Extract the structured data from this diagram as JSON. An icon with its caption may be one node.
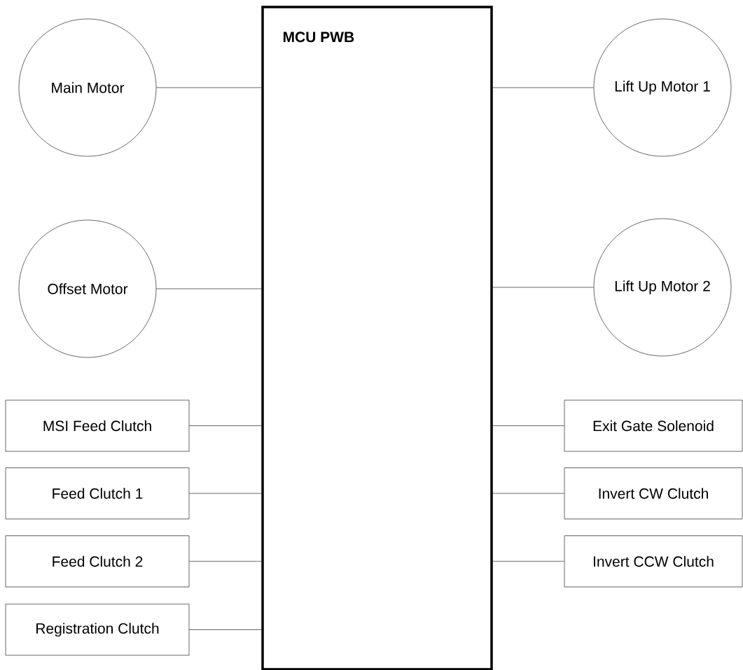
{
  "diagram": {
    "nodes": [
      {
        "text": [
          "MCU PWB"
        ]
      },
      {
        "text": [
          "Main Motor"
        ]
      },
      {
        "text": [
          "Offset Motor"
        ]
      },
      {
        "text": [
          "MSI Feed Clutch"
        ]
      },
      {
        "text": [
          "Feed Clutch 1"
        ]
      },
      {
        "text": [
          "Feed Clutch 2"
        ]
      },
      {
        "text": [
          "Registration Clutch"
        ]
      },
      {
        "text": [
          "Lift Up Motor 1"
        ]
      },
      {
        "text": [
          "Lift Up Motor 2"
        ]
      },
      {
        "text": [
          "Exit Gate Solenoid"
        ]
      },
      {
        "text": [
          "Invert CW Clutch"
        ]
      },
      {
        "text": [
          "Invert CCW Clutch"
        ]
      }
    ],
    "edges": [
      {
        "from": 1,
        "to": 0,
        "arrow": "none"
      },
      {
        "from": 2,
        "to": 0,
        "arrow": "none"
      },
      {
        "from": 3,
        "to": 0,
        "arrow": "none"
      },
      {
        "from": 4,
        "to": 0,
        "arrow": "none"
      },
      {
        "from": 5,
        "to": 0,
        "arrow": "none"
      },
      {
        "from": 6,
        "to": 0,
        "arrow": "none"
      },
      {
        "from": 0,
        "to": 7,
        "arrow": "none"
      },
      {
        "from": 0,
        "to": 8,
        "arrow": "none"
      },
      {
        "from": 0,
        "to": 9,
        "arrow": "none"
      },
      {
        "from": 0,
        "to": 10,
        "arrow": "none"
      },
      {
        "from": 0,
        "to": 11,
        "arrow": "none"
      }
    ]
  }
}
